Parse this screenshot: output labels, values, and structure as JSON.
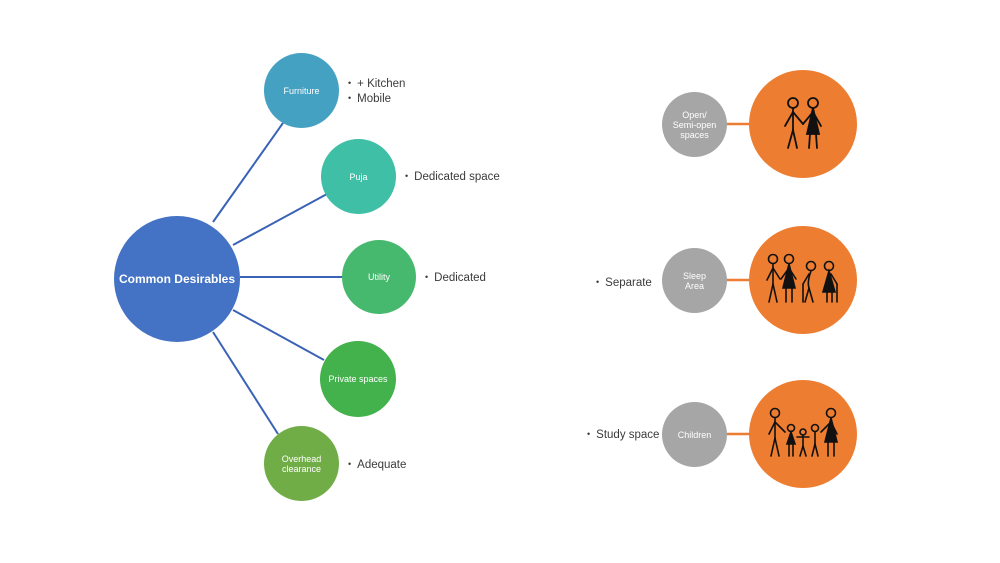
{
  "diagram": {
    "hub": {
      "label": "Common Desirables",
      "color": "#4472c4"
    },
    "branches": [
      {
        "label": "Furniture",
        "color": "#45a1c2",
        "notes": [
          "+ Kitchen",
          "Mobile"
        ]
      },
      {
        "label": "Puja",
        "color": "#3fbfa6",
        "notes": [
          "Dedicated space"
        ]
      },
      {
        "label": "Utility",
        "color": "#47b96e",
        "notes": [
          "Dedicated"
        ]
      },
      {
        "label": "Private spaces",
        "color": "#43b14c",
        "notes": []
      },
      {
        "label": "Overhead clearance",
        "color": "#70ad47",
        "notes": [
          "Adequate"
        ]
      }
    ],
    "groups": [
      {
        "label": "Open/ Semi-open spaces",
        "notes": [],
        "figure": "two-adults-figure-icon"
      },
      {
        "label": "Sleep Area",
        "notes": [
          "Separate"
        ],
        "figure": "family-of-four-figure-icon"
      },
      {
        "label": "Children",
        "notes": [
          "Study space"
        ],
        "figure": "parents-with-children-figure-icon"
      }
    ],
    "colors": {
      "connector": "#3a63b7",
      "gray_node": "#a6a6a6",
      "orange_node": "#ed7d31",
      "orange_link": "#ed7d31"
    }
  }
}
